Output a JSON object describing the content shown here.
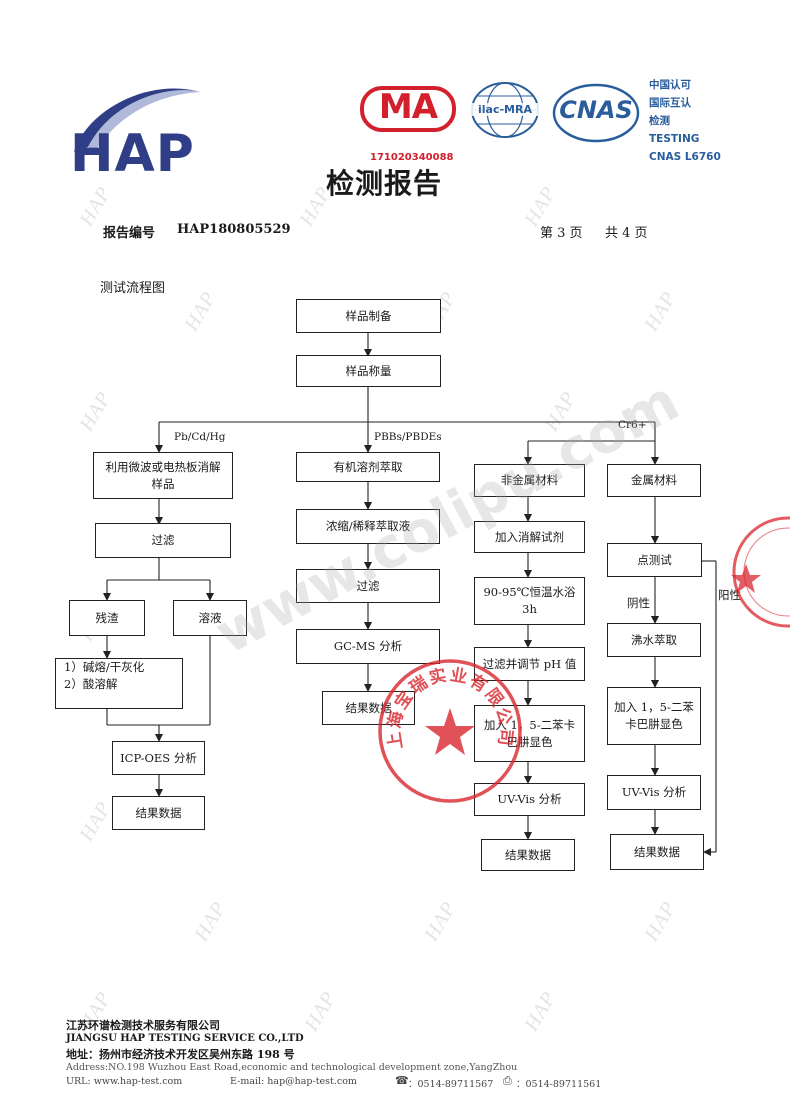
{
  "header": {
    "logo_text": "HAP",
    "cma_text": "MA",
    "ilac_text": "ilac-MRA",
    "cnas_text": "CNAS",
    "cert_lines": [
      "中国认可",
      "国际互认",
      "检测",
      "TESTING",
      "CNAS L6760"
    ],
    "cert_number": "171020340088",
    "title": "检测报告"
  },
  "report": {
    "number_label": "报告编号",
    "number_value": "HAP180805529",
    "page_label": "第 3 页",
    "total_label": "共 4 页"
  },
  "section_title": "测试流程图",
  "flow": {
    "prep": "样品制备",
    "weigh": "样品称量",
    "branch_labels": {
      "metals": "Pb/Cd/Hg",
      "pbb": "PBBs/PBDEs",
      "cr": "Cr6+"
    },
    "metals": {
      "digest_line1": "利用微波或电热板消解",
      "digest_line2": "样品",
      "filter": "过滤",
      "residue": "残渣",
      "solution": "溶液",
      "step1": "1）碱熔/干灰化",
      "step2": "2）酸溶解",
      "icp": "ICP-OES 分析",
      "result": "结果数据"
    },
    "pbb": {
      "extract": "有机溶剂萃取",
      "concentrate": "浓缩/稀释萃取液",
      "filter": "过滤",
      "gcms": "GC-MS 分析",
      "result": "结果数据"
    },
    "cr_nonmetal": {
      "material": "非金属材料",
      "digest": "加入消解试剂",
      "bath_line1": "90-95℃恒温水浴",
      "bath_line2": "3h",
      "ph": "过滤并调节 pH 值",
      "dpc_line1": "加入 1，5-二苯卡",
      "dpc_line2": "巴肼显色",
      "uv": "UV-Vis 分析",
      "result": "结果数据"
    },
    "cr_metal": {
      "material": "金属材料",
      "spot": "点测试",
      "negative": "阴性",
      "positive": "阳性",
      "boil": "沸水萃取",
      "dpc_line1": "加入 1，5-二苯",
      "dpc_line2": "卡巴肼显色",
      "uv": "UV-Vis 分析",
      "result": "结果数据"
    }
  },
  "stamp": {
    "text": "上海宝瑞实业有限公司"
  },
  "watermark": {
    "mark": "HAP",
    "site": "www.colipu.com"
  },
  "footer": {
    "company_cn": "江苏环谱检测技术服务有限公司",
    "company_en": "JIANGSU HAP TESTING SERVICE CO.,LTD",
    "address_cn": "地址：扬州市经济技术开发区吴州东路 198 号",
    "address_en": "Address:NO.198 Wuzhou East Road,economic and technological development zone,YangZhou",
    "url": "URL: www.hap-test.com",
    "email": "E-mail: hap@hap-test.com",
    "tel": "：0514-89711567",
    "fax": "：0514-89711561"
  },
  "colors": {
    "logo_blue": "#2f3e86",
    "cma_red": "#d2202c",
    "cnas_blue": "#2a5d9c",
    "stamp_red": "#d8262e"
  }
}
